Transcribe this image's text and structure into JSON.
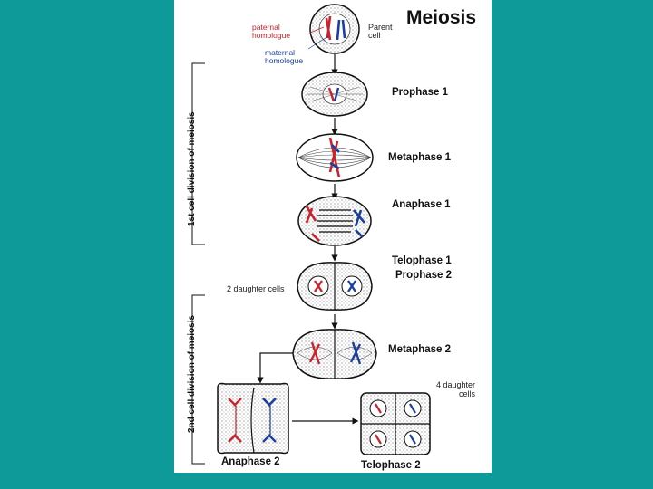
{
  "title": "Meiosis",
  "labels": {
    "parent_cell": "Parent cell",
    "paternal": "paternal homologue",
    "maternal": "maternal homologue",
    "prophase1": "Prophase 1",
    "metaphase1": "Metaphase 1",
    "anaphase1": "Anaphase 1",
    "telophase1": "Telophase 1",
    "prophase2": "Prophase 2",
    "metaphase2": "Metaphase 2",
    "two_daughter": "2 daughter cells",
    "four_daughter": "4 daughter cells",
    "anaphase2": "Anaphase 2",
    "telophase2": "Telophase 2"
  },
  "divisions": {
    "first": "1st cell division of meiosis",
    "second": "2nd cell division of meiosis"
  },
  "colors": {
    "background": "#0f9a9a",
    "paternal": "#c8242e",
    "maternal": "#1b3fa0"
  }
}
